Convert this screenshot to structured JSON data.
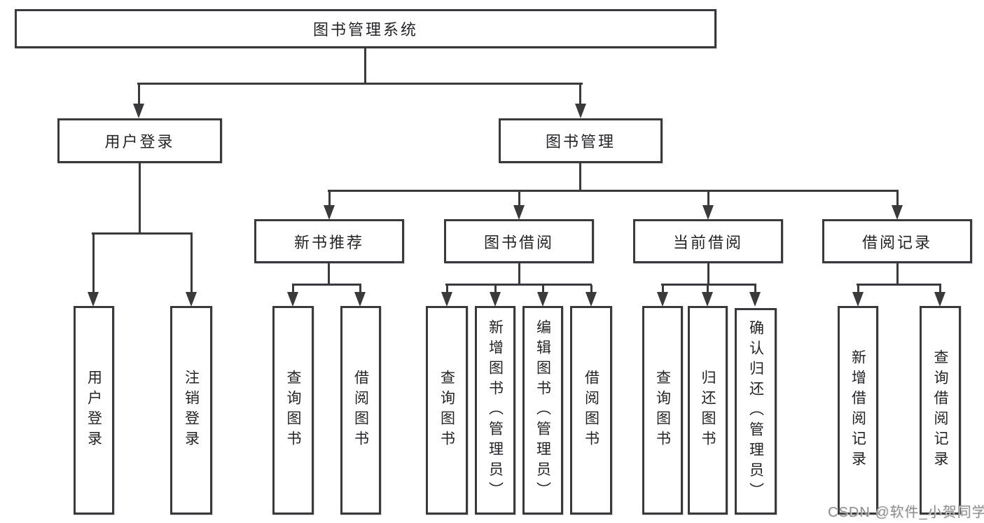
{
  "diagram_title": "图书管理系统",
  "watermark": "CSDN @软件_小贺同学",
  "colors": {
    "line": "#3a3a3c",
    "text": "#242428",
    "watermark": "#8f8f8f",
    "background": "#ffffff"
  },
  "nodes": {
    "root": {
      "label": "图书管理系统"
    },
    "user_login": {
      "label": "用户登录"
    },
    "book_mgmt": {
      "label": "图书管理"
    },
    "new_book_rec": {
      "label": "新书推荐"
    },
    "book_borrow": {
      "label": "图书借阅"
    },
    "current_borrow": {
      "label": "当前借阅"
    },
    "borrow_record": {
      "label": "借阅记录"
    },
    "leaf_user_login": {
      "label": "用户登录"
    },
    "leaf_logout": {
      "label": "注销登录"
    },
    "rec_query_book": {
      "label": "查询图书"
    },
    "rec_borrow_book": {
      "label": "借阅图书"
    },
    "bb_query_book": {
      "label": "查询图书"
    },
    "bb_add_book": {
      "label": "新增图书（管理员）"
    },
    "bb_edit_book": {
      "label": "编辑图书（管理员）"
    },
    "bb_borrow_book": {
      "label": "借阅图书"
    },
    "cb_query_book": {
      "label": "查询图书"
    },
    "cb_return_book": {
      "label": "归还图书"
    },
    "cb_confirm_return": {
      "label": "确认归还（管理员）"
    },
    "br_add_record": {
      "label": "新增借阅记录"
    },
    "br_query_record": {
      "label": "查询借阅记录"
    }
  }
}
